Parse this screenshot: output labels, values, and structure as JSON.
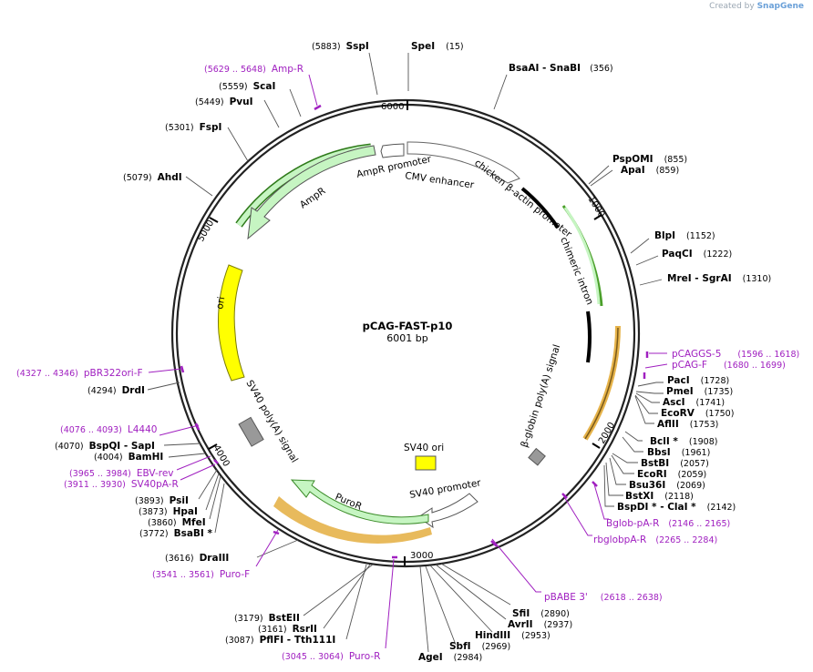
{
  "credit": {
    "prefix": "Created by",
    "brand": "SnapGene"
  },
  "plasmid": {
    "name": "pCAG-FAST-p10",
    "length_label": "6001 bp",
    "length": 6001
  },
  "ticks": [
    {
      "bp": 6000,
      "label": "6000"
    },
    {
      "bp": 1000,
      "label": "1000"
    },
    {
      "bp": 2000,
      "label": "2000"
    },
    {
      "bp": 3000,
      "label": "3000"
    },
    {
      "bp": 4000,
      "label": "4000"
    },
    {
      "bp": 5000,
      "label": "5000"
    }
  ],
  "enzymes": [
    {
      "name": "SspI",
      "pos": "(5883)",
      "bp": 5883
    },
    {
      "name": "SpeI",
      "pos": "(15)",
      "bp": 15
    },
    {
      "name": "BsaAI - SnaBI",
      "pos": "(356)",
      "bp": 356
    },
    {
      "name": "PspOMI",
      "pos": "(855)",
      "bp": 855
    },
    {
      "name": "ApaI",
      "pos": "(859)",
      "bp": 859
    },
    {
      "name": "BlpI",
      "pos": "(1152)",
      "bp": 1152
    },
    {
      "name": "PaqCI",
      "pos": "(1222)",
      "bp": 1222
    },
    {
      "name": "MreI - SgrAI",
      "pos": "(1310)",
      "bp": 1310
    },
    {
      "name": "PacI",
      "pos": "(1728)",
      "bp": 1728
    },
    {
      "name": "PmeI",
      "pos": "(1735)",
      "bp": 1735
    },
    {
      "name": "AscI",
      "pos": "(1741)",
      "bp": 1741
    },
    {
      "name": "EcoRV",
      "pos": "(1750)",
      "bp": 1750
    },
    {
      "name": "AflII",
      "pos": "(1753)",
      "bp": 1753
    },
    {
      "name": "BclI *",
      "pos": "(1908)",
      "bp": 1908
    },
    {
      "name": "BbsI",
      "pos": "(1961)",
      "bp": 1961
    },
    {
      "name": "BstBI",
      "pos": "(2057)",
      "bp": 2057
    },
    {
      "name": "EcoRI",
      "pos": "(2059)",
      "bp": 2059
    },
    {
      "name": "Bsu36I",
      "pos": "(2069)",
      "bp": 2069
    },
    {
      "name": "BstXI",
      "pos": "(2118)",
      "bp": 2118
    },
    {
      "name": "BspDI * - ClaI *",
      "pos": "(2142)",
      "bp": 2142
    },
    {
      "name": "SfiI",
      "pos": "(2890)",
      "bp": 2890
    },
    {
      "name": "AvrII",
      "pos": "(2937)",
      "bp": 2937
    },
    {
      "name": "HindIII",
      "pos": "(2953)",
      "bp": 2953
    },
    {
      "name": "SbfI",
      "pos": "(2969)",
      "bp": 2969
    },
    {
      "name": "AgeI",
      "pos": "(2984)",
      "bp": 2984
    },
    {
      "name": "BstEII",
      "pos": "(3179)",
      "bp": 3179
    },
    {
      "name": "RsrII",
      "pos": "(3161)",
      "bp": 3161
    },
    {
      "name": "PflFI - Tth111I",
      "pos": "(3087)",
      "bp": 3087
    },
    {
      "name": "DraIII",
      "pos": "(3616)",
      "bp": 3616
    },
    {
      "name": "BsaBI *",
      "pos": "(3772)",
      "bp": 3772
    },
    {
      "name": "MfeI",
      "pos": "(3860)",
      "bp": 3860
    },
    {
      "name": "HpaI",
      "pos": "(3873)",
      "bp": 3873
    },
    {
      "name": "PsiI",
      "pos": "(3893)",
      "bp": 3893
    },
    {
      "name": "BamHI",
      "pos": "(4004)",
      "bp": 4004
    },
    {
      "name": "BspQI - SapI",
      "pos": "(4070)",
      "bp": 4070
    },
    {
      "name": "DrdI",
      "pos": "(4294)",
      "bp": 4294
    },
    {
      "name": "AhdI",
      "pos": "(5079)",
      "bp": 5079
    },
    {
      "name": "FspI",
      "pos": "(5301)",
      "bp": 5301
    },
    {
      "name": "PvuI",
      "pos": "(5449)",
      "bp": 5449
    },
    {
      "name": "ScaI",
      "pos": "(5559)",
      "bp": 5559
    }
  ],
  "primers": [
    {
      "name": "Amp-R",
      "range": "(5629 .. 5648)",
      "start": 5629,
      "end": 5648
    },
    {
      "name": "pCAGGS-5",
      "range": "(1596 .. 1618)",
      "start": 1596,
      "end": 1618
    },
    {
      "name": "pCAG-F",
      "range": "(1680 .. 1699)",
      "start": 1680,
      "end": 1699
    },
    {
      "name": "Bglob-pA-R",
      "range": "(2146 .. 2165)",
      "start": 2146,
      "end": 2165
    },
    {
      "name": "rbglobpA-R",
      "range": "(2265 .. 2284)",
      "start": 2265,
      "end": 2284
    },
    {
      "name": "pBABE 3'",
      "range": "(2618 .. 2638)",
      "start": 2618,
      "end": 2638
    },
    {
      "name": "Puro-R",
      "range": "(3045 .. 3064)",
      "start": 3045,
      "end": 3064
    },
    {
      "name": "Puro-F",
      "range": "(3541 .. 3561)",
      "start": 3541,
      "end": 3561
    },
    {
      "name": "SV40pA-R",
      "range": "(3911 .. 3930)",
      "start": 3911,
      "end": 3930
    },
    {
      "name": "EBV-rev",
      "range": "(3965 .. 3984)",
      "start": 3965,
      "end": 3984
    },
    {
      "name": "L4440",
      "range": "(4076 .. 4093)",
      "start": 4076,
      "end": 4093
    },
    {
      "name": "pBR322ori-F",
      "range": "(4327 .. 4346)",
      "start": 4327,
      "end": 4346
    }
  ],
  "features": [
    {
      "name": "CMV enhancer",
      "type": "promoter",
      "color": "#ffffff"
    },
    {
      "name": "chicken β-actin promoter",
      "type": "promoter",
      "color": "#000000"
    },
    {
      "name": "chimeric intron",
      "type": "intron",
      "color": "#a8e6a0"
    },
    {
      "name": "β-globin poly(A) signal",
      "type": "polyA",
      "color": "#999999"
    },
    {
      "name": "SV40 ori",
      "type": "rep_origin",
      "color": "#ffff00"
    },
    {
      "name": "SV40 promoter",
      "type": "promoter",
      "color": "#ffffff"
    },
    {
      "name": "PuroR",
      "type": "CDS",
      "color": "#c6f5c2"
    },
    {
      "name": "SV40 poly(A) signal",
      "type": "polyA",
      "color": "#999999"
    },
    {
      "name": "ori",
      "type": "rep_origin",
      "color": "#ffff00"
    },
    {
      "name": "AmpR",
      "type": "CDS",
      "color": "#c6f5c2"
    },
    {
      "name": "AmpR promoter",
      "type": "promoter",
      "color": "#ffffff"
    }
  ]
}
